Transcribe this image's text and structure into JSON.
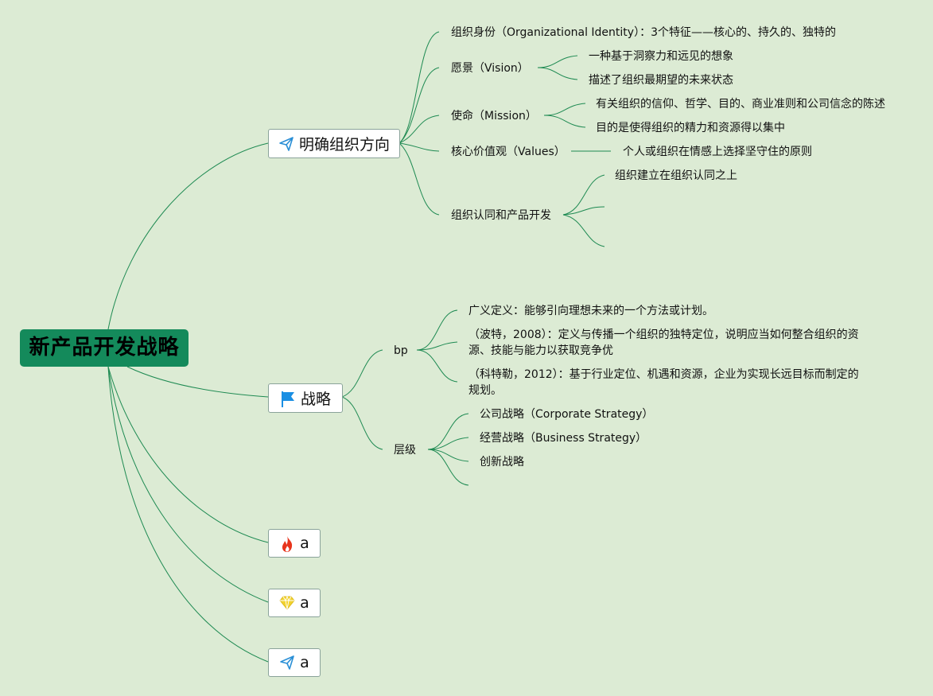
{
  "root": {
    "label": "新产品开发战略"
  },
  "branches": {
    "direction": {
      "label": "明确组织方向",
      "icon": "paper-plane-icon",
      "identity": "组织身份（Organizational Identity）：3个特征——核心的、持久的、独特的",
      "vision": {
        "label": "愿景（Vision）",
        "items": [
          "一种基于洞察力和远见的想象",
          "描述了组织最期望的未来状态"
        ]
      },
      "mission": {
        "label": "使命（Mission）",
        "items": [
          "有关组织的信仰、哲学、目的、商业准则和公司信念的陈述",
          "目的是使得组织的精力和资源得以集中"
        ]
      },
      "values": {
        "label": "核心价值观（Values）",
        "items": [
          "个人或组织在情感上选择坚守住的原则"
        ]
      },
      "identity_dev": {
        "label": "组织认同和产品开发",
        "items": [
          "组织建立在组织认同之上"
        ]
      }
    },
    "strategy": {
      "label": "战略",
      "icon": "flag-icon",
      "bp": {
        "label": "bp",
        "items": [
          "广义定义：能够引向理想未来的一个方法或计划。",
          "（波特，2008）：定义与传播一个组织的独特定位，说明应当如何整合组织的资源、技能与能力以获取竞争优",
          "（科特勒，2012）：基于行业定位、机遇和资源，企业为实现长远目标而制定的规划。"
        ]
      },
      "levels": {
        "label": "层级",
        "items": [
          "公司战略（Corporate Strategy）",
          "经营战略（Business Strategy）",
          "创新战略"
        ]
      }
    },
    "fire": {
      "label": "a",
      "icon": "fire-icon"
    },
    "gem": {
      "label": "a",
      "icon": "diamond-icon"
    },
    "plane": {
      "label": "a",
      "icon": "paper-plane-icon"
    }
  },
  "colors": {
    "background": "#dcebd4",
    "root": "#148a5b",
    "line": "#1e8a52",
    "plane": "#2a8fd6",
    "flag": "#1a8fe3",
    "fire": "#e8341c",
    "gem": "#f2d22e"
  }
}
